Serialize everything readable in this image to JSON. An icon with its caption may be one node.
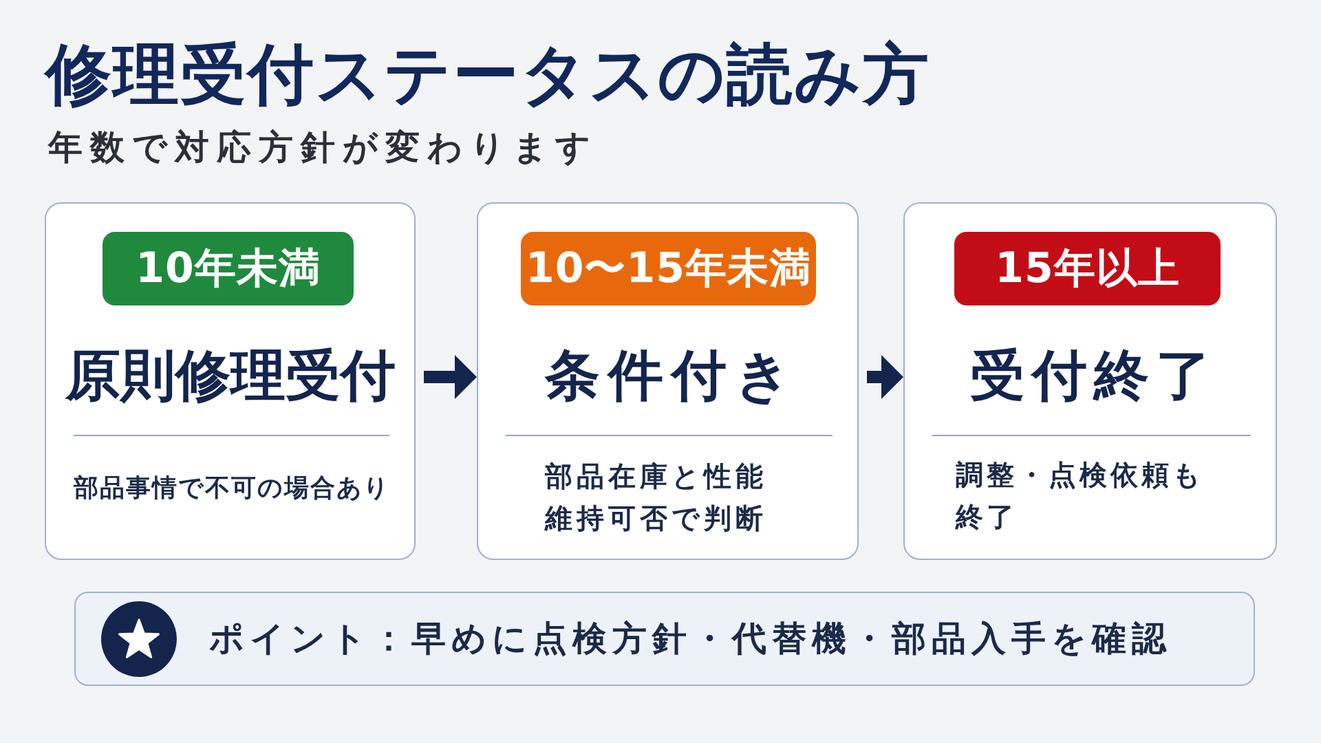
{
  "diagram": {
    "title": "修理受付ステータスの読み方",
    "nodes": [
      {
        "text": [
          "原則修理受付",
          "部品事情で不可の場合あり"
        ]
      },
      {
        "text": [
          "10年未満"
        ],
        "in": 0
      },
      {
        "text": [
          "条件付き",
          "部品在庫と性能維持可否で判断"
        ]
      },
      {
        "text": [
          "10〜15年未満"
        ],
        "in": 2
      },
      {
        "text": [
          "受付終了",
          "調整・点検依頼も終了"
        ]
      },
      {
        "text": [
          "15年以上"
        ],
        "in": 4
      },
      {
        "text": [
          "ポイント：早めに点検方針・代替機・部品入手を確認"
        ]
      }
    ],
    "edges": [
      {
        "from": 0,
        "to": 2,
        "arrow": "to"
      },
      {
        "from": 2,
        "to": 4,
        "arrow": "to"
      }
    ],
    "labels": [
      "年数で対応方針が変わります"
    ]
  }
}
